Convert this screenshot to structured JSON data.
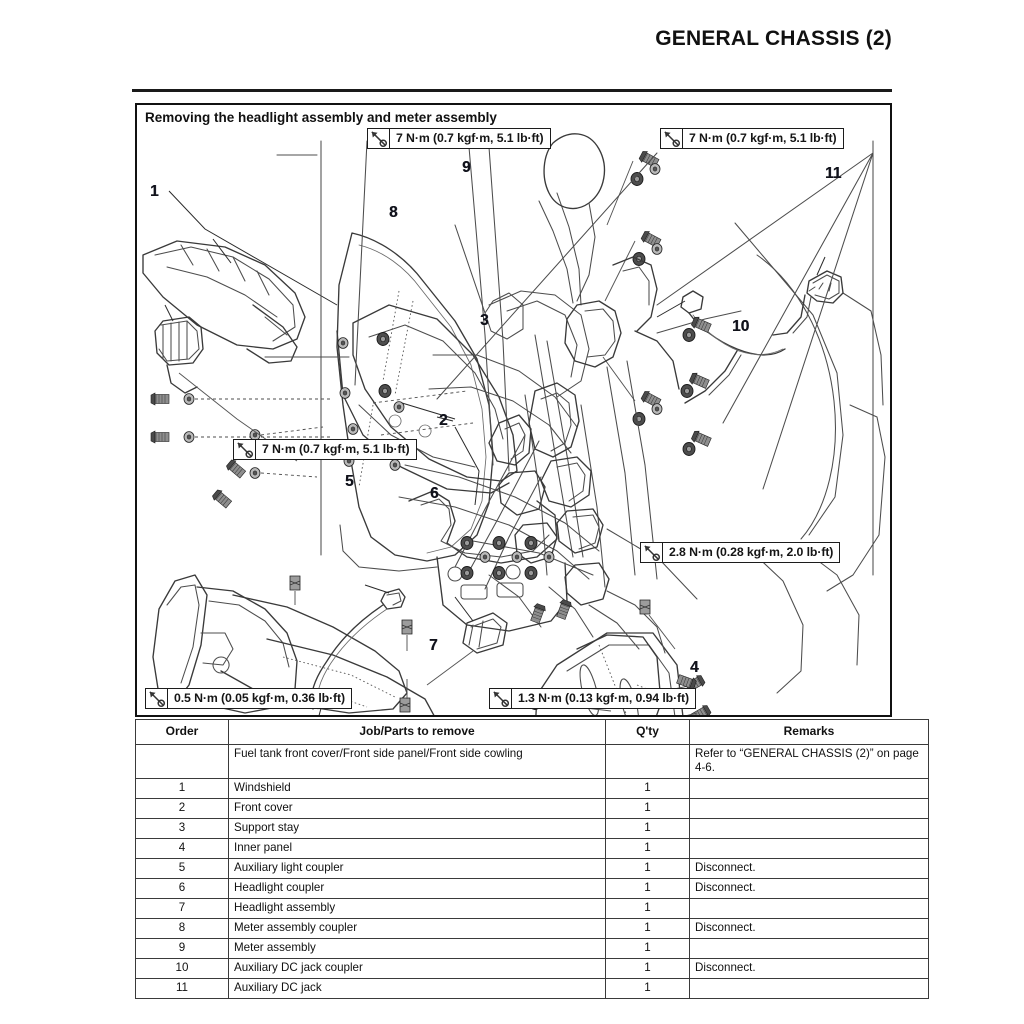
{
  "page": {
    "title": "GENERAL CHASSIS (2)"
  },
  "diagram": {
    "heading": "Removing the headlight assembly and meter assembly",
    "torque_specs": [
      {
        "id": "torque-top-left",
        "icon": "torque-wrench-icon",
        "text": "7 N·m (0.7 kgf·m, 5.1 lb·ft)"
      },
      {
        "id": "torque-top-right",
        "icon": "torque-wrench-icon",
        "text": "7 N·m (0.7 kgf·m, 5.1 lb·ft)"
      },
      {
        "id": "torque-mid-left",
        "icon": "torque-wrench-icon",
        "text": "7 N·m (0.7 kgf·m, 5.1 lb·ft)"
      },
      {
        "id": "torque-mid-right",
        "icon": "torque-wrench-icon",
        "text": "2.8 N·m (0.28 kgf·m, 2.0 lb·ft)"
      },
      {
        "id": "torque-bottom-left",
        "icon": "torque-wrench-icon",
        "text": "0.5 N·m (0.05 kgf·m, 0.36 lb·ft)"
      },
      {
        "id": "torque-bottom-right",
        "icon": "torque-wrench-icon",
        "text": "1.3 N·m (0.13 kgf·m, 0.94 lb·ft)"
      }
    ],
    "callouts": [
      {
        "number": "1",
        "part": "windshield"
      },
      {
        "number": "2",
        "part": "front-cover"
      },
      {
        "number": "3",
        "part": "support-stay"
      },
      {
        "number": "4",
        "part": "inner-panel"
      },
      {
        "number": "5",
        "part": "auxiliary-light-coupler"
      },
      {
        "number": "6",
        "part": "headlight-coupler"
      },
      {
        "number": "7",
        "part": "headlight-assembly"
      },
      {
        "number": "8",
        "part": "meter-assembly-coupler"
      },
      {
        "number": "9",
        "part": "meter-assembly"
      },
      {
        "number": "10",
        "part": "auxiliary-dc-jack-coupler"
      },
      {
        "number": "11",
        "part": "auxiliary-dc-jack"
      }
    ]
  },
  "table": {
    "headers": [
      "Order",
      "Job/Parts to remove",
      "Q'ty",
      "Remarks"
    ],
    "rows": [
      {
        "order": "",
        "job": "Fuel tank front cover/Front side panel/Front side cowling",
        "qty": "",
        "remarks": "Refer to “GENERAL CHASSIS (2)” on page 4-6.",
        "tall": true
      },
      {
        "order": "1",
        "job": "Windshield",
        "qty": "1",
        "remarks": ""
      },
      {
        "order": "2",
        "job": "Front cover",
        "qty": "1",
        "remarks": ""
      },
      {
        "order": "3",
        "job": "Support stay",
        "qty": "1",
        "remarks": ""
      },
      {
        "order": "4",
        "job": "Inner panel",
        "qty": "1",
        "remarks": ""
      },
      {
        "order": "5",
        "job": "Auxiliary light coupler",
        "qty": "1",
        "remarks": "Disconnect."
      },
      {
        "order": "6",
        "job": "Headlight coupler",
        "qty": "1",
        "remarks": "Disconnect."
      },
      {
        "order": "7",
        "job": "Headlight assembly",
        "qty": "1",
        "remarks": ""
      },
      {
        "order": "8",
        "job": "Meter assembly coupler",
        "qty": "1",
        "remarks": "Disconnect."
      },
      {
        "order": "9",
        "job": "Meter assembly",
        "qty": "1",
        "remarks": ""
      },
      {
        "order": "10",
        "job": "Auxiliary DC jack coupler",
        "qty": "1",
        "remarks": "Disconnect."
      },
      {
        "order": "11",
        "job": "Auxiliary DC jack",
        "qty": "1",
        "remarks": ""
      }
    ]
  },
  "colors": {
    "ink": "#111111",
    "line": "#3a3a3a",
    "callout": "#11121a"
  }
}
